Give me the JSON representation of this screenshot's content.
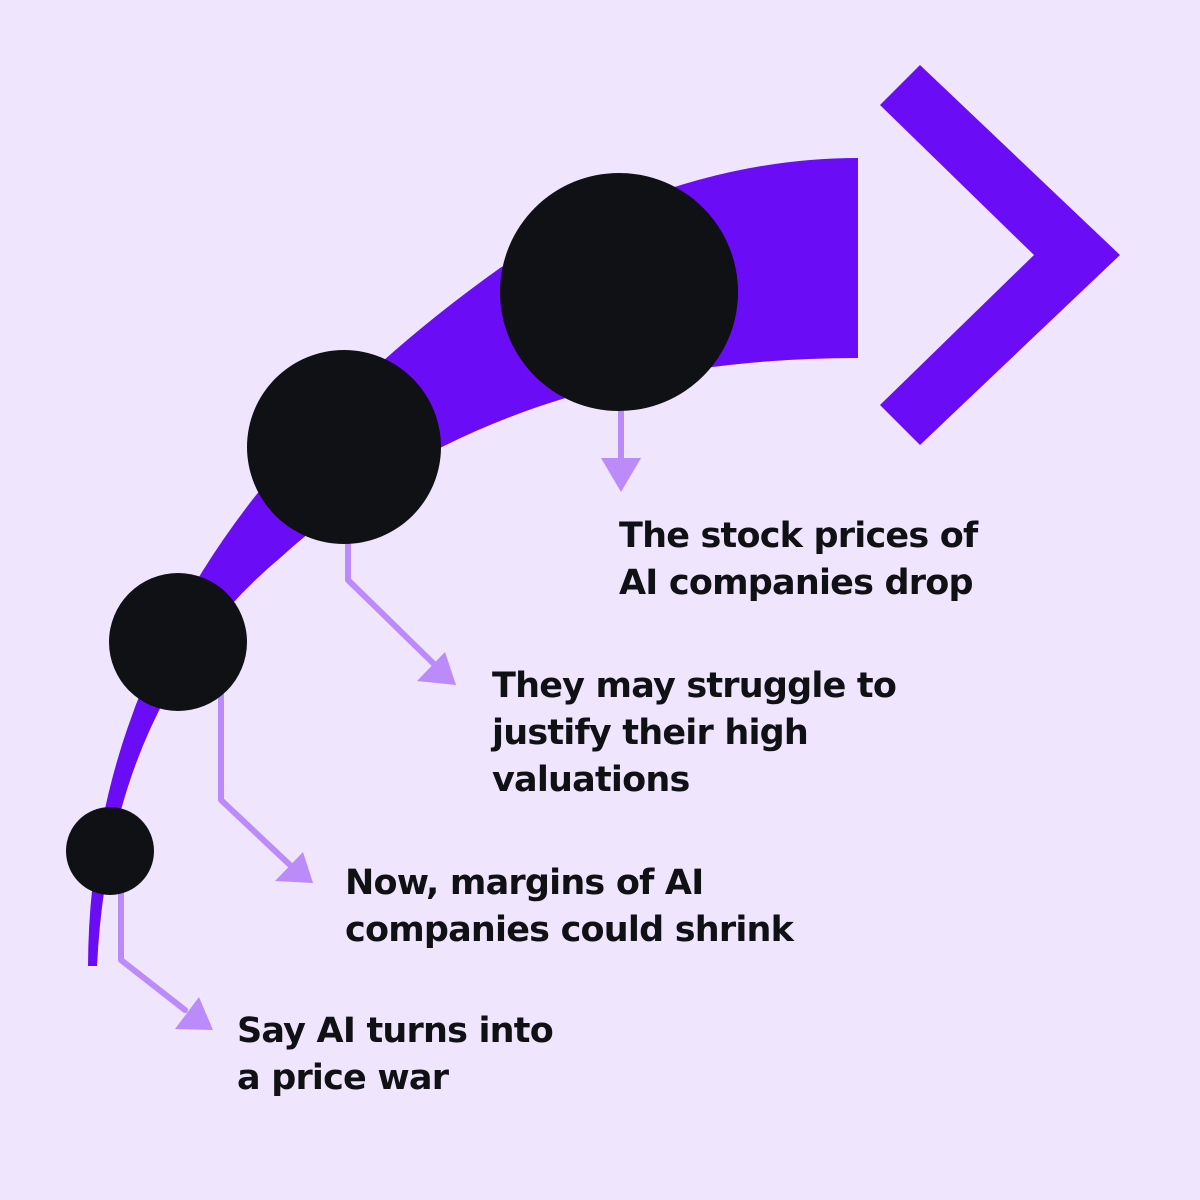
{
  "colors": {
    "background": "#efe5fd",
    "curve": "#6a0cf6",
    "chevron": "#6a0cf6",
    "node": "#101114",
    "connector": "#bb8cf9",
    "text": "#101114"
  },
  "icons": {
    "chevron": "chevron-right-icon",
    "connector": "arrow-down-right-icon"
  },
  "steps": [
    {
      "lines": [
        "Say AI turns into",
        "a price war"
      ]
    },
    {
      "lines": [
        "Now, margins of AI",
        "companies could shrink"
      ]
    },
    {
      "lines": [
        "They may struggle to",
        "justify their high",
        "valuations"
      ]
    },
    {
      "lines": [
        "The stock prices of",
        "AI companies drop"
      ]
    }
  ]
}
